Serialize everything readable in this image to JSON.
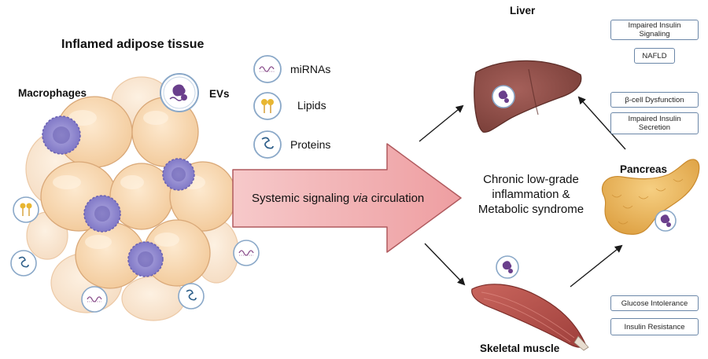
{
  "titles": {
    "adipose": "Inflamed adipose tissue",
    "macrophages": "Macrophages",
    "evs": "EVs",
    "liver": "Liver",
    "pancreas": "Pancreas",
    "skeletal_muscle": "Skeletal muscle"
  },
  "legend": {
    "mirnas": "miRNAs",
    "lipids": "Lipids",
    "proteins": "Proteins"
  },
  "central_arrow": {
    "text_before": "Systemic signaling ",
    "text_italic": "via",
    "text_after": " circulation"
  },
  "center_label": "Chronic low-grade inflammation & Metabolic syndrome",
  "boxes": {
    "liver_1": "Impaired Insulin Signaling",
    "liver_2": "NAFLD",
    "pancreas_1": "β-cell Dysfunction",
    "pancreas_2": "Impaired Insulin Secretion",
    "muscle_1": "Glucose Intolerance",
    "muscle_2": "Insulin Resistance"
  },
  "colors": {
    "adipocyte_fill": "#f7d6ae",
    "adipocyte_stroke": "#d9a878",
    "macrophage": "#8e86cf",
    "arrow_fill": "#f2b6b8",
    "arrow_stroke": "#b05a5e",
    "liver": "#8c4b44",
    "pancreas": "#e9b558",
    "muscle": "#b95650",
    "box_border": "#6b87a8",
    "cargo_purple": "#6a3f8c",
    "circle_border": "#8aa8c8"
  }
}
